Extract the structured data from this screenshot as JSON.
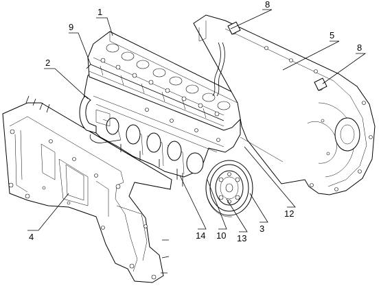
{
  "callouts": {
    "c1": "1",
    "c2": "2",
    "c3": "3",
    "c4": "4",
    "c5": "5",
    "c8a": "8",
    "c8b": "8",
    "c9": "9",
    "c10": "10",
    "c12": "12",
    "c13": "13",
    "c14": "14"
  }
}
